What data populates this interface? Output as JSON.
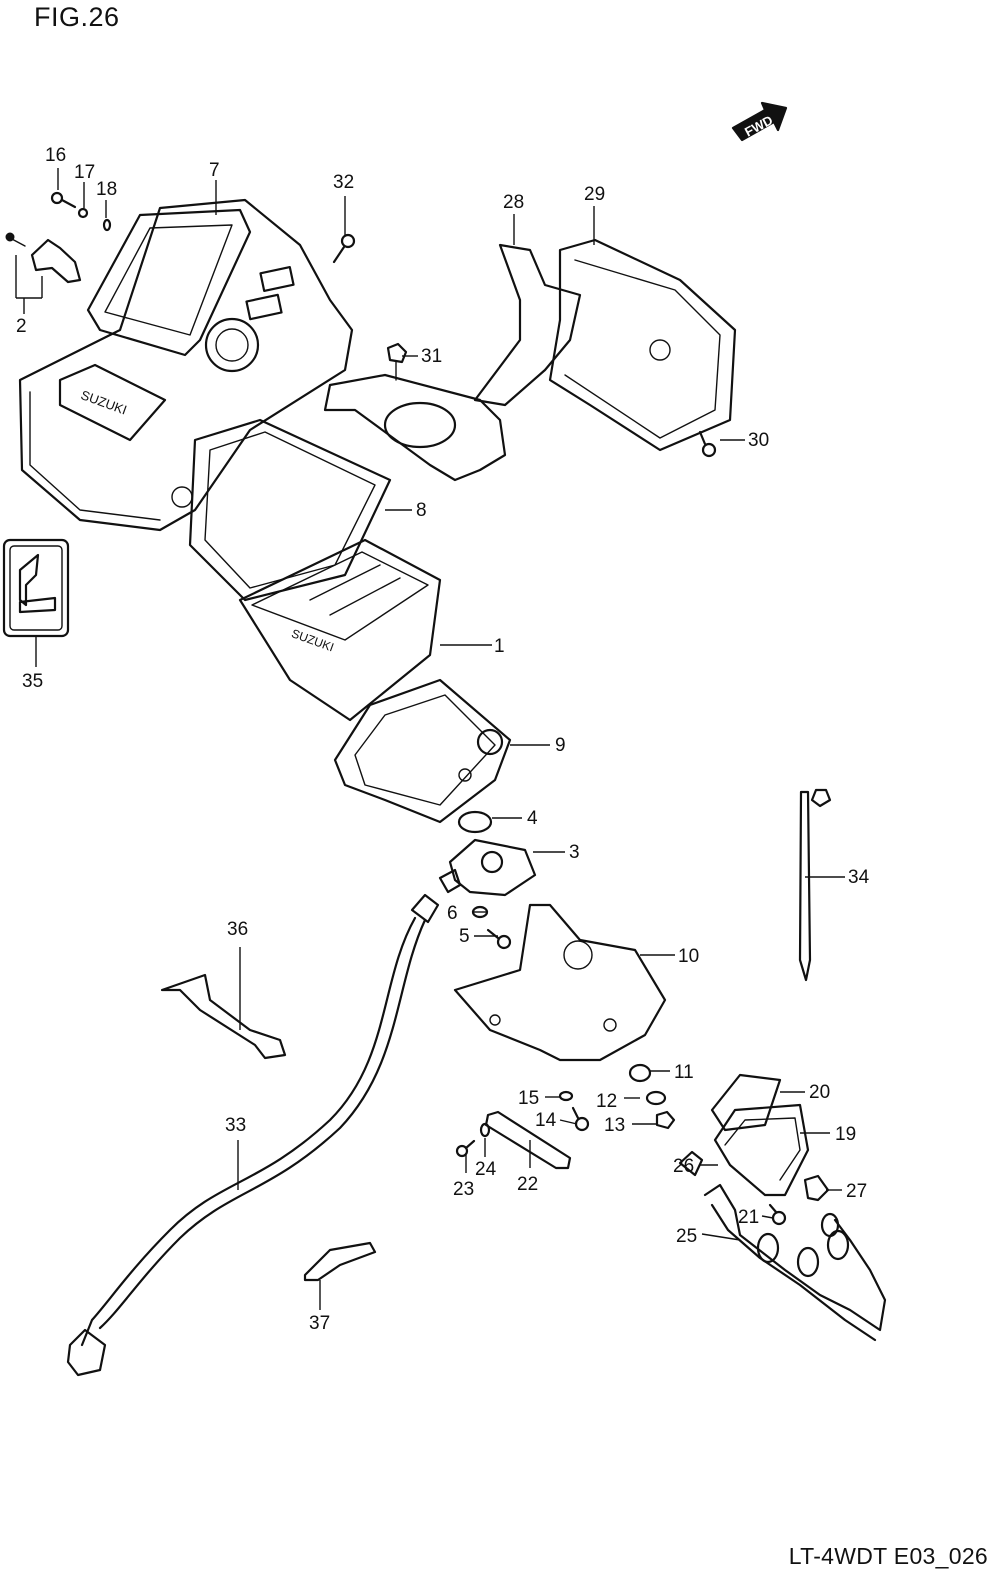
{
  "figure": {
    "title": "FIG.26",
    "code": "LT-4WDT E03_026"
  },
  "fwd_label": "FWD",
  "callouts": [
    {
      "id": "c1",
      "text": "1"
    },
    {
      "id": "c2",
      "text": "2"
    },
    {
      "id": "c3",
      "text": "3"
    },
    {
      "id": "c4",
      "text": "4"
    },
    {
      "id": "c5",
      "text": "5"
    },
    {
      "id": "c6",
      "text": "6"
    },
    {
      "id": "c7",
      "text": "7"
    },
    {
      "id": "c8",
      "text": "8"
    },
    {
      "id": "c9",
      "text": "9"
    },
    {
      "id": "c10",
      "text": "10"
    },
    {
      "id": "c11",
      "text": "11"
    },
    {
      "id": "c12",
      "text": "12"
    },
    {
      "id": "c13",
      "text": "13"
    },
    {
      "id": "c14",
      "text": "14"
    },
    {
      "id": "c15",
      "text": "15"
    },
    {
      "id": "c16",
      "text": "16"
    },
    {
      "id": "c17",
      "text": "17"
    },
    {
      "id": "c18",
      "text": "18"
    },
    {
      "id": "c19",
      "text": "19"
    },
    {
      "id": "c20",
      "text": "20"
    },
    {
      "id": "c21",
      "text": "21"
    },
    {
      "id": "c22",
      "text": "22"
    },
    {
      "id": "c23",
      "text": "23"
    },
    {
      "id": "c24",
      "text": "24"
    },
    {
      "id": "c25",
      "text": "25"
    },
    {
      "id": "c26",
      "text": "26"
    },
    {
      "id": "c27",
      "text": "27"
    },
    {
      "id": "c28",
      "text": "28"
    },
    {
      "id": "c29",
      "text": "29"
    },
    {
      "id": "c30",
      "text": "30"
    },
    {
      "id": "c31",
      "text": "31"
    },
    {
      "id": "c32",
      "text": "32"
    },
    {
      "id": "c33",
      "text": "33"
    },
    {
      "id": "c34",
      "text": "34"
    },
    {
      "id": "c35",
      "text": "35"
    },
    {
      "id": "c36",
      "text": "36"
    },
    {
      "id": "c37",
      "text": "37"
    }
  ]
}
